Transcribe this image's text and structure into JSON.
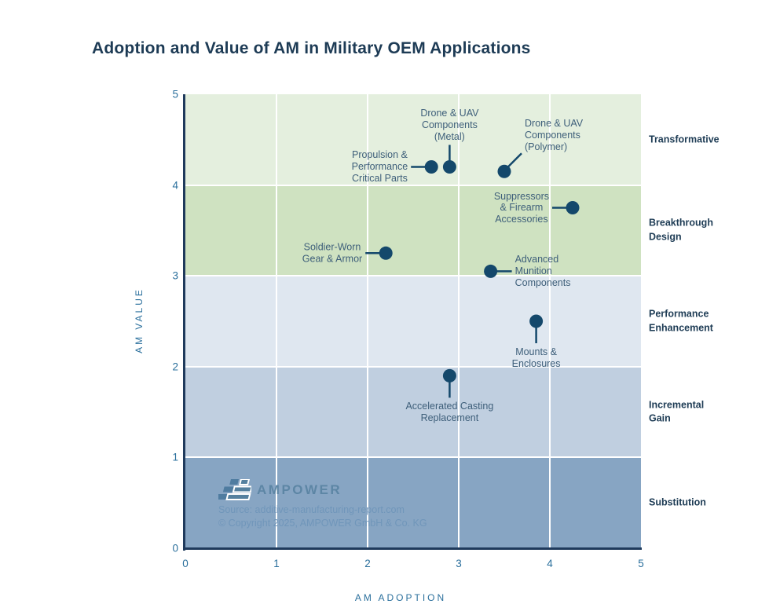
{
  "title": "Adoption and Value of AM in Military OEM Applications",
  "chart_data": {
    "type": "scatter",
    "title": "Adoption and Value of AM in Military OEM Applications",
    "xlabel": "AM ADOPTION",
    "ylabel": "AM VALUE",
    "xlim": [
      0,
      5
    ],
    "ylim": [
      0,
      5
    ],
    "x_ticks": [
      "0",
      "1",
      "2",
      "3",
      "4",
      "5"
    ],
    "y_ticks": [
      "0",
      "1",
      "2",
      "3",
      "4",
      "5"
    ],
    "grid": "white gridlines at integer values",
    "legend_position": "band labels on right side",
    "marker_color": "#14486b",
    "bands": [
      {
        "label": "Transformative",
        "from": 4,
        "to": 5,
        "color": "#e4efde"
      },
      {
        "label": "Breakthrough\nDesign",
        "from": 3,
        "to": 4,
        "color": "#cfe2c1"
      },
      {
        "label": "Performance\nEnhancement",
        "from": 2,
        "to": 3,
        "color": "#dfe7f0"
      },
      {
        "label": "Incremental\nGain",
        "from": 1,
        "to": 2,
        "color": "#c0cfe0"
      },
      {
        "label": "Substitution",
        "from": 0,
        "to": 1,
        "color": "#87a5c3"
      }
    ],
    "points": [
      {
        "name": "Propulsion & Performance Critical Parts",
        "label": "Propulsion &\nPerformance\nCritical Parts",
        "x": 2.7,
        "y": 4.2,
        "label_side": "left"
      },
      {
        "name": "Drone & UAV Components (Metal)",
        "label": "Drone & UAV\nComponents\n(Metal)",
        "x": 2.9,
        "y": 4.2,
        "label_side": "above"
      },
      {
        "name": "Drone & UAV Components (Polymer)",
        "label": "Drone & UAV\nComponents\n(Polymer)",
        "x": 3.5,
        "y": 4.15,
        "label_side": "diag-up-right"
      },
      {
        "name": "Suppressors & Firearm Accessories",
        "label": "Suppressors\n& Firearm\nAccessories",
        "x": 4.25,
        "y": 3.75,
        "label_side": "left"
      },
      {
        "name": "Soldier-Worn Gear & Armor",
        "label": "Soldier-Worn\nGear & Armor",
        "x": 2.2,
        "y": 3.25,
        "label_side": "left"
      },
      {
        "name": "Advanced Munition Components",
        "label": "Advanced\nMunition\nComponents",
        "x": 3.35,
        "y": 3.05,
        "label_side": "right"
      },
      {
        "name": "Mounts & Enclosures",
        "label": "Mounts &\nEnclosures",
        "x": 3.85,
        "y": 2.5,
        "label_side": "below"
      },
      {
        "name": "Accelerated Casting Replacement",
        "label": "Accelerated Casting\nReplacement",
        "x": 2.9,
        "y": 1.9,
        "label_side": "below"
      }
    ]
  },
  "colors": {
    "title": "#1d3b55",
    "axis_line": "#1f3a5c",
    "tick_text": "#2a6f9c",
    "point_label_text": "#3e5f7a",
    "band_label_text": "#1e3c55",
    "logo_blue": "#5d86a5",
    "source_text": "#7096ba"
  },
  "footer": {
    "logo_text": "AMPOWER",
    "source": "Source: additive-manufacturing-report.com",
    "copyright": "© Copyright 2025, AMPOWER GmbH & Co. KG"
  }
}
